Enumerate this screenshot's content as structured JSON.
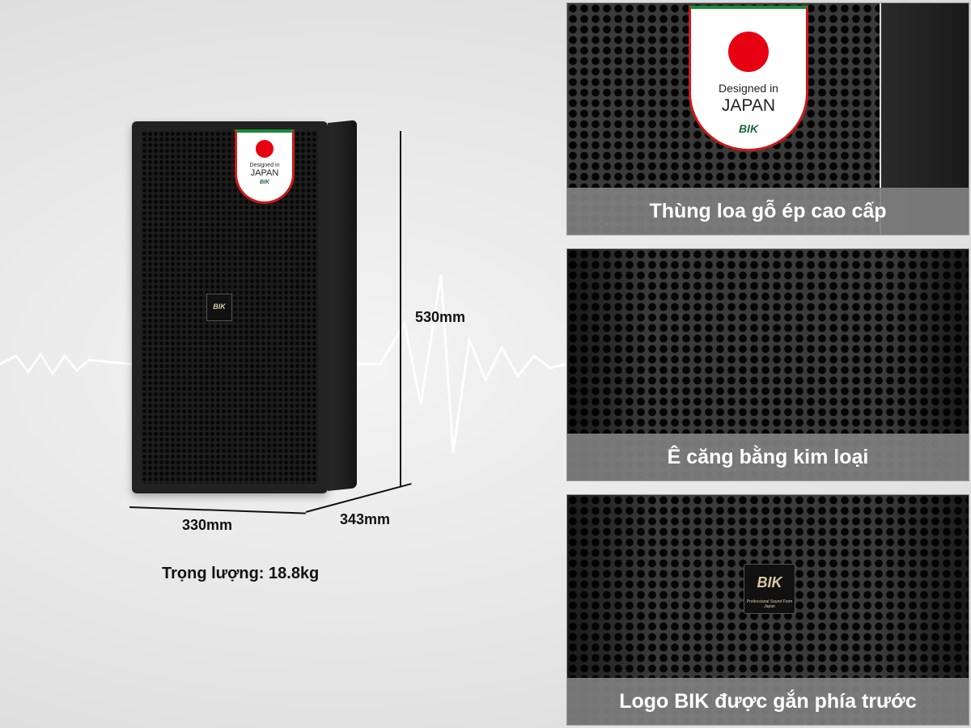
{
  "product": {
    "badge": {
      "line1": "Designed in",
      "line2": "JAPAN",
      "brand": "BIK"
    },
    "front_logo": "BIK",
    "dimensions": {
      "height": "530mm",
      "width": "330mm",
      "depth": "343mm"
    },
    "weight": "Trọng lượng: 18.8kg"
  },
  "features": [
    {
      "caption": "Thùng loa gỗ ép cao cấp"
    },
    {
      "caption": "Ê căng bằng kim loại"
    },
    {
      "caption": "Logo BIK được gắn phía trước",
      "logo": "BIK",
      "logo_tagline": "Professional Sound From Japan"
    }
  ],
  "colors": {
    "caption_bg": "#808080",
    "badge_red": "#e60012",
    "badge_green": "#1a8a3a"
  }
}
